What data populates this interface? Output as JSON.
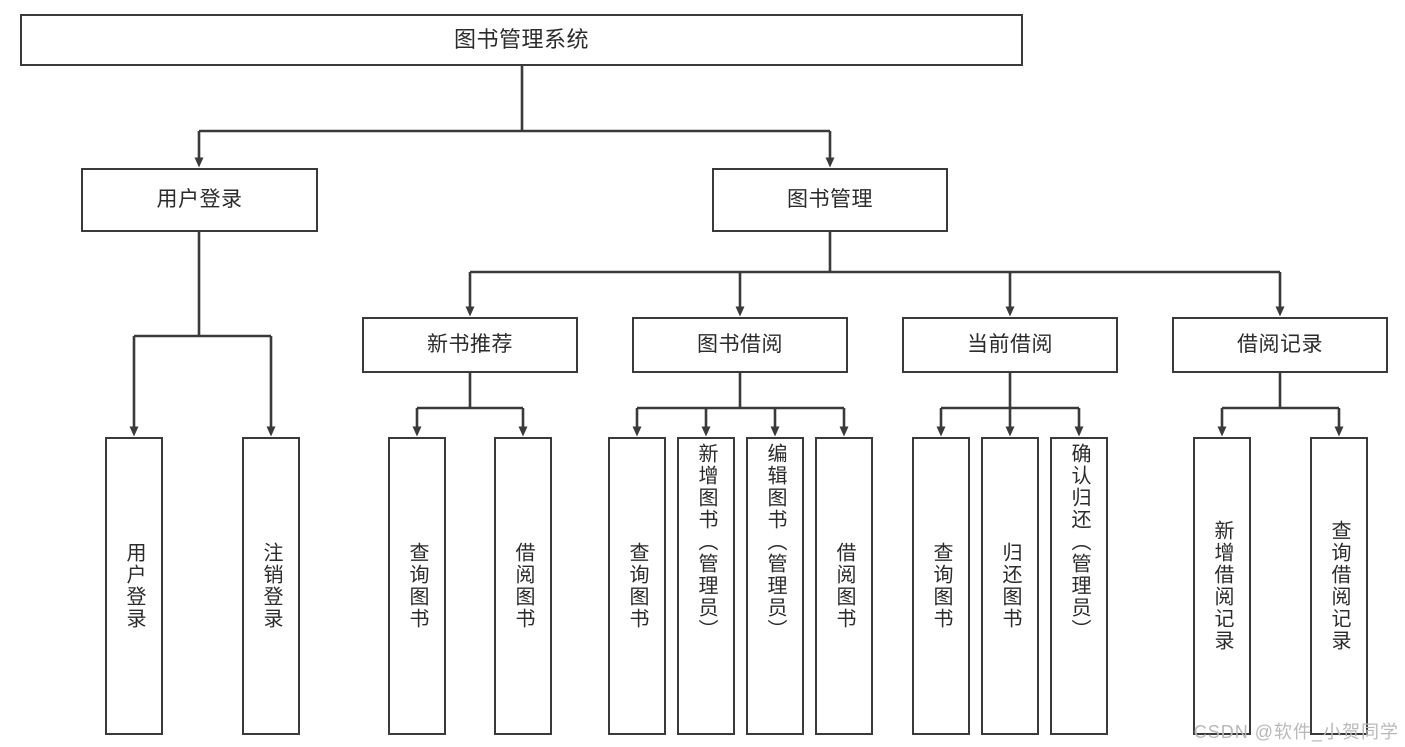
{
  "diagram": {
    "title": "图书管理系统",
    "watermark": "CSDN @软件_小贺同学",
    "line_color": "#3a3a3a",
    "box_fill": "#ffffff",
    "text_color": "#2b2b2b",
    "levels": {
      "root": {
        "label": "图书管理系统"
      },
      "level2": [
        {
          "label": "用户登录"
        },
        {
          "label": "图书管理"
        }
      ],
      "level3": [
        {
          "label": "新书推荐"
        },
        {
          "label": "图书借阅"
        },
        {
          "label": "当前借阅"
        },
        {
          "label": "借阅记录"
        }
      ],
      "leaves_user_login": [
        {
          "label": "用户登录"
        },
        {
          "label": "注销登录"
        }
      ],
      "leaves_new_book": [
        {
          "label": "查询图书"
        },
        {
          "label": "借阅图书"
        }
      ],
      "leaves_borrow": [
        {
          "label": "查询图书"
        },
        {
          "label": "新增图书（管理员）"
        },
        {
          "label": "编辑图书（管理员）"
        },
        {
          "label": "借阅图书"
        }
      ],
      "leaves_current": [
        {
          "label": "查询图书"
        },
        {
          "label": "归还图书"
        },
        {
          "label": "确认归还（管理员）"
        }
      ],
      "leaves_records": [
        {
          "label": "新增借阅记录"
        },
        {
          "label": "查询借阅记录"
        }
      ]
    }
  }
}
